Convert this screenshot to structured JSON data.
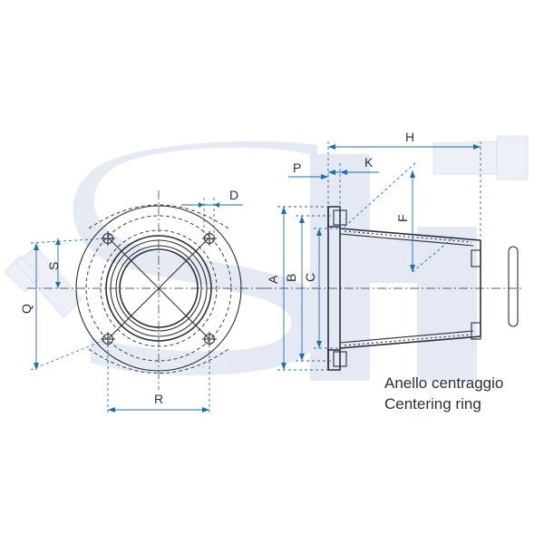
{
  "labels": {
    "A": "A",
    "B": "B",
    "C": "C",
    "D": "D",
    "F": "F",
    "H": "H",
    "K": "K",
    "P": "P",
    "Q": "Q",
    "R": "R",
    "S": "S"
  },
  "caption": {
    "line1": "Anello centraggio",
    "line2": "Centering ring"
  },
  "watermark_text": "SH",
  "colors": {
    "watermark": "#cfd8ea",
    "line": "#2a2f3a",
    "dimension": "#1f6fb0"
  }
}
